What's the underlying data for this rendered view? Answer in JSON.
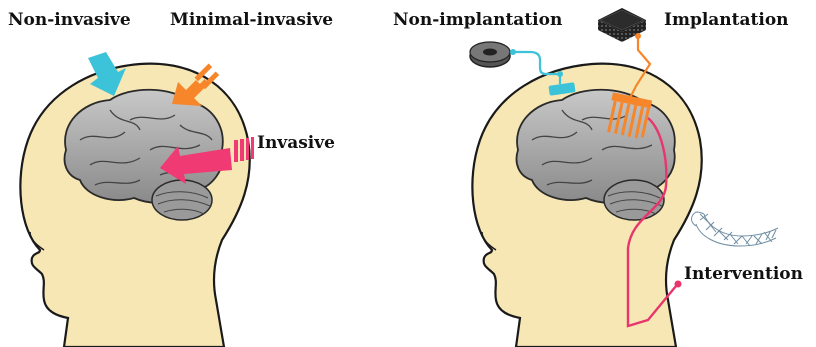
{
  "labels": {
    "non_invasive": "Non-invasive",
    "minimal_invasive": "Minimal-invasive",
    "invasive": "Invasive",
    "non_implantation": "Non-implantation",
    "implantation": "Implantation",
    "intervention": "Intervention"
  },
  "colors": {
    "non_invasive": "#3cc3d9",
    "minimal_invasive": "#f7862a",
    "invasive": "#ef3a74",
    "head_fill": "#f6e7b5",
    "brain_fill": "#a9a9a9"
  },
  "icons": {
    "left_panel": [
      "non-invasive-arrow-icon",
      "minimal-invasive-arrow-icon",
      "invasive-arrow-icon",
      "head-icon",
      "brain-icon"
    ],
    "right_panel": [
      "electrode-puck-icon",
      "chip-icon",
      "head-icon",
      "brain-icon",
      "surface-sensor-icon",
      "microelectrode-array-icon",
      "stent-icon",
      "catheter-wire-icon"
    ]
  }
}
